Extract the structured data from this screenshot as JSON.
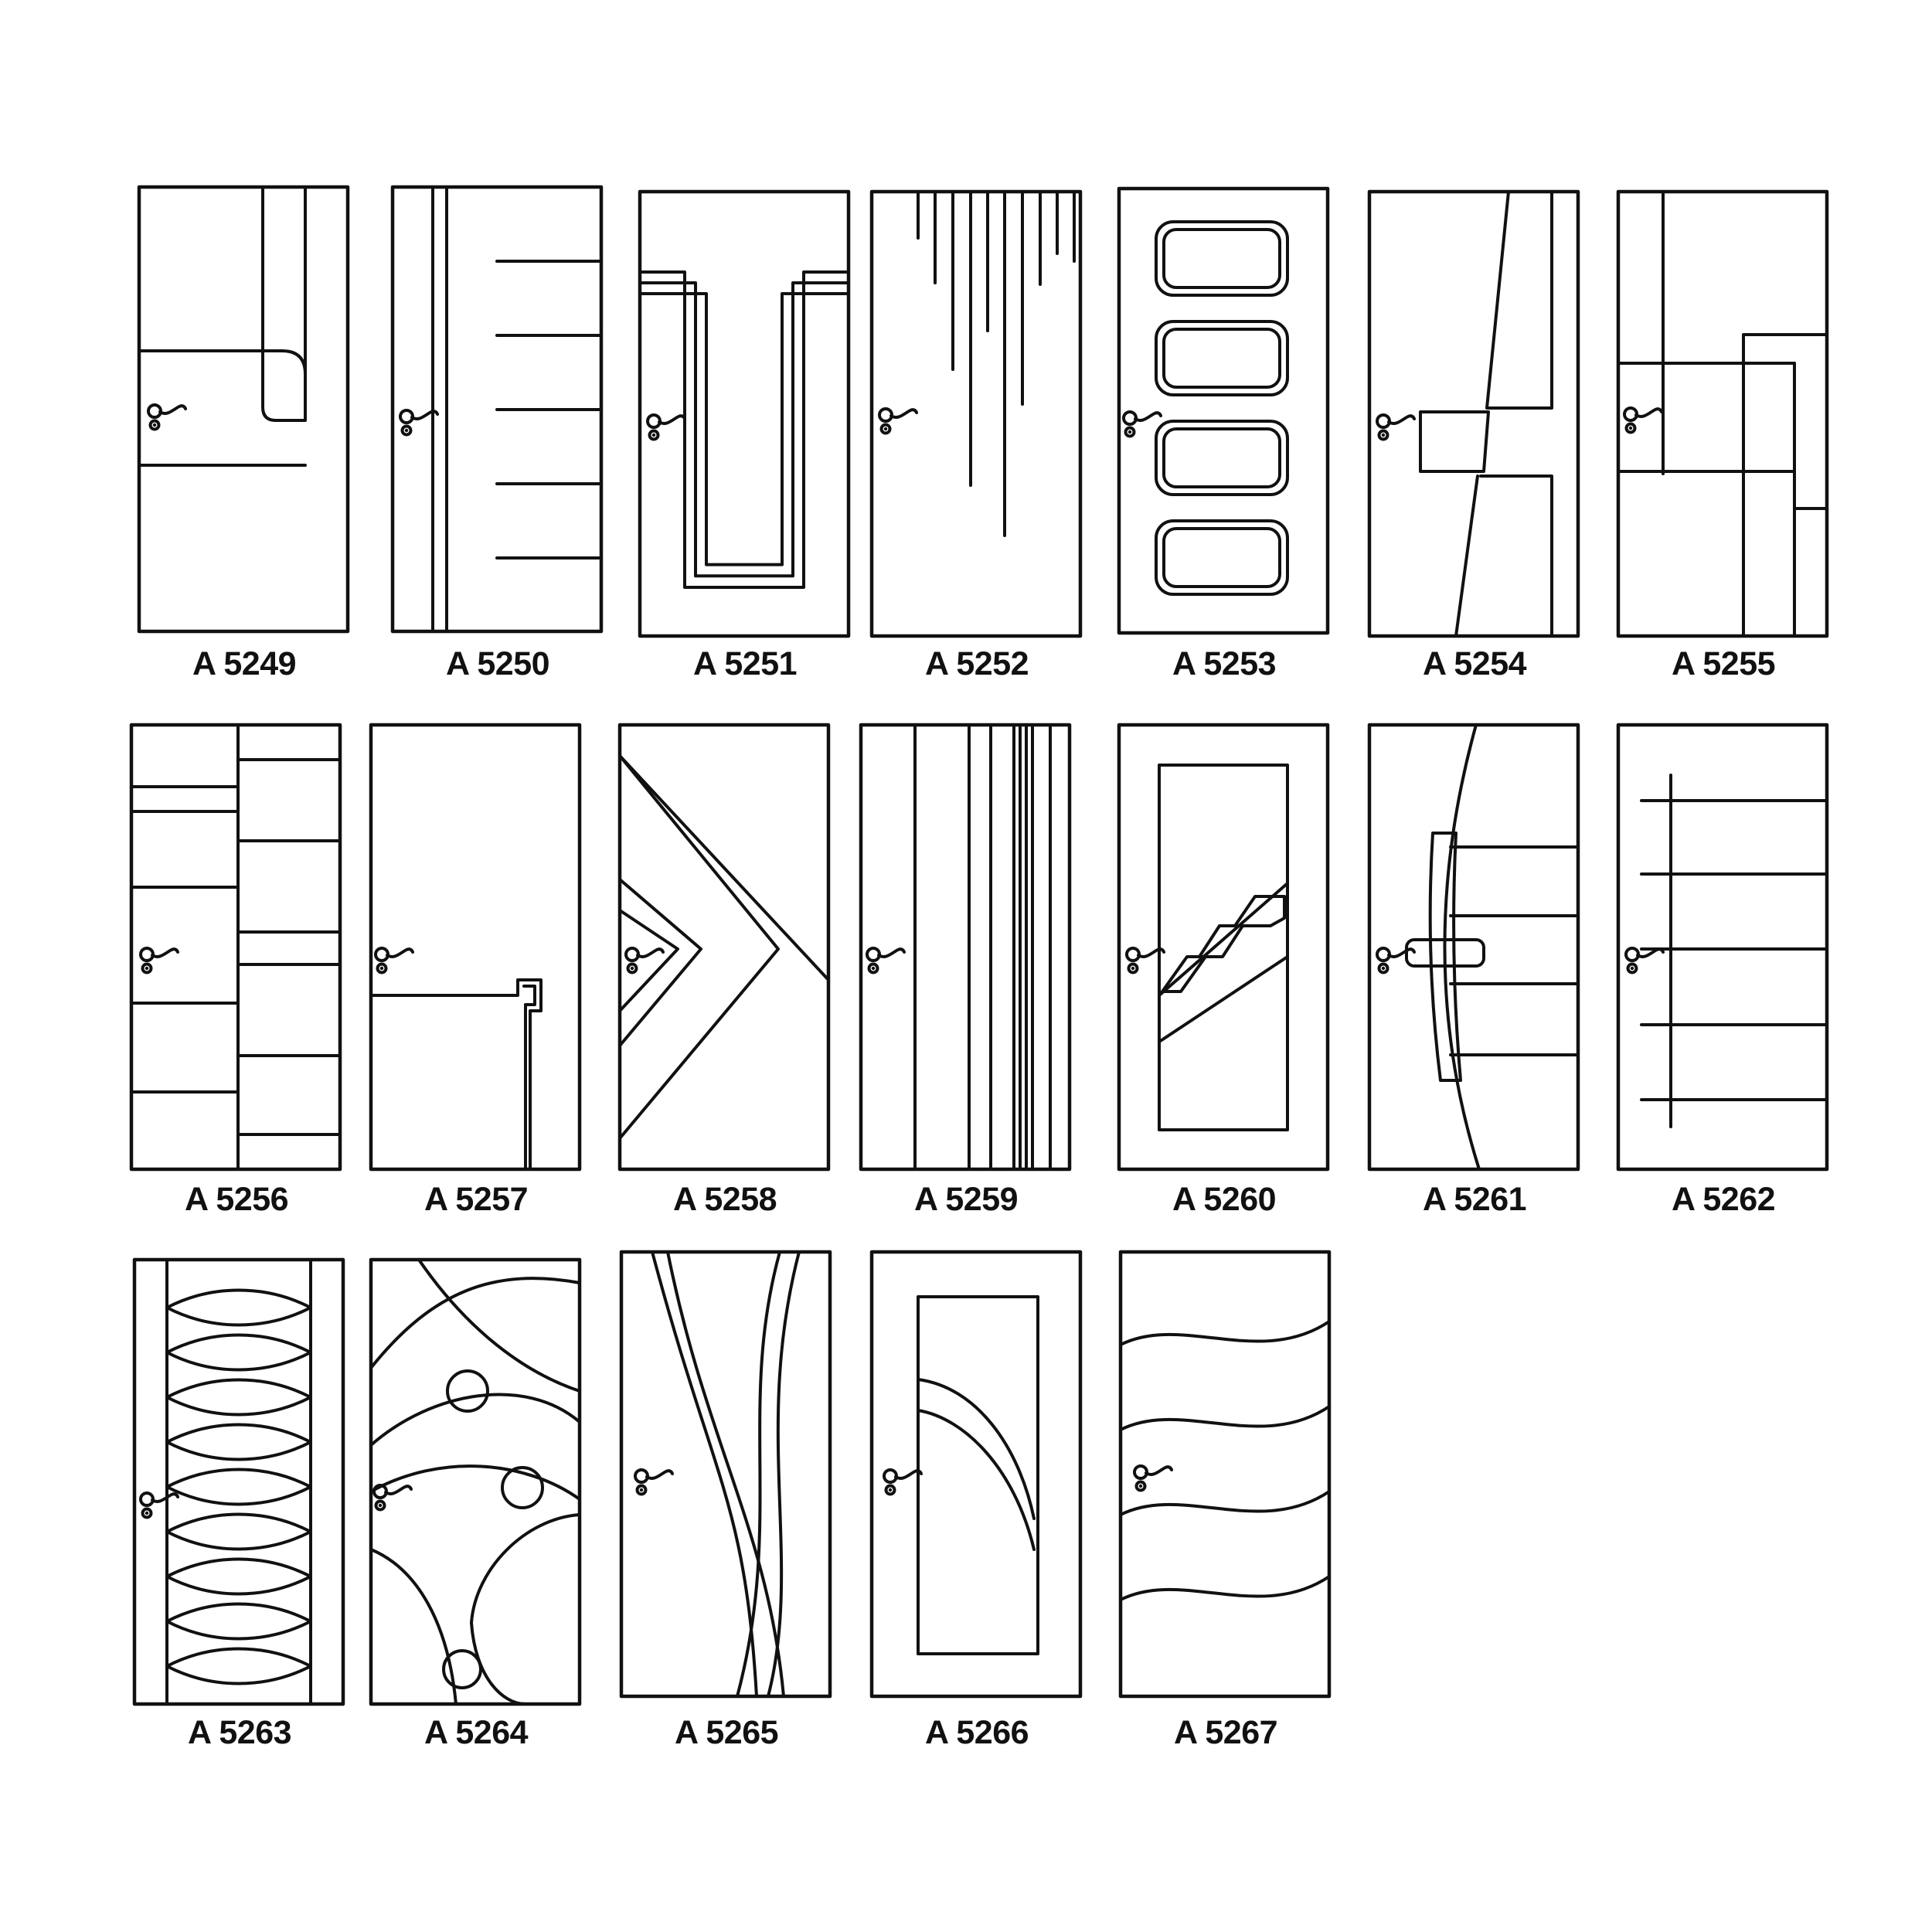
{
  "doors": [
    {
      "code": "A 5249",
      "pattern": "offset-panel"
    },
    {
      "code": "A 5250",
      "pattern": "horizontal-grooves"
    },
    {
      "code": "A 5251",
      "pattern": "u-channel"
    },
    {
      "code": "A 5252",
      "pattern": "vertical-drips"
    },
    {
      "code": "A 5253",
      "pattern": "four-rounded-panels"
    },
    {
      "code": "A 5254",
      "pattern": "diagonal-blocks"
    },
    {
      "code": "A 5255",
      "pattern": "overlapping-rectangles"
    },
    {
      "code": "A 5256",
      "pattern": "staggered-bricks"
    },
    {
      "code": "A 5257",
      "pattern": "key-notch"
    },
    {
      "code": "A 5258",
      "pattern": "chevrons"
    },
    {
      "code": "A 5259",
      "pattern": "vertical-stripes"
    },
    {
      "code": "A 5260",
      "pattern": "diagonal-window-band"
    },
    {
      "code": "A 5261",
      "pattern": "curved-slab"
    },
    {
      "code": "A 5262",
      "pattern": "comb-rails"
    },
    {
      "code": "A 5263",
      "pattern": "wave-lenses"
    },
    {
      "code": "A 5264",
      "pattern": "circles-arcs"
    },
    {
      "code": "A 5265",
      "pattern": "twisted-ribbons"
    },
    {
      "code": "A 5266",
      "pattern": "arc-panel"
    },
    {
      "code": "A 5267",
      "pattern": "horizontal-waves"
    }
  ]
}
